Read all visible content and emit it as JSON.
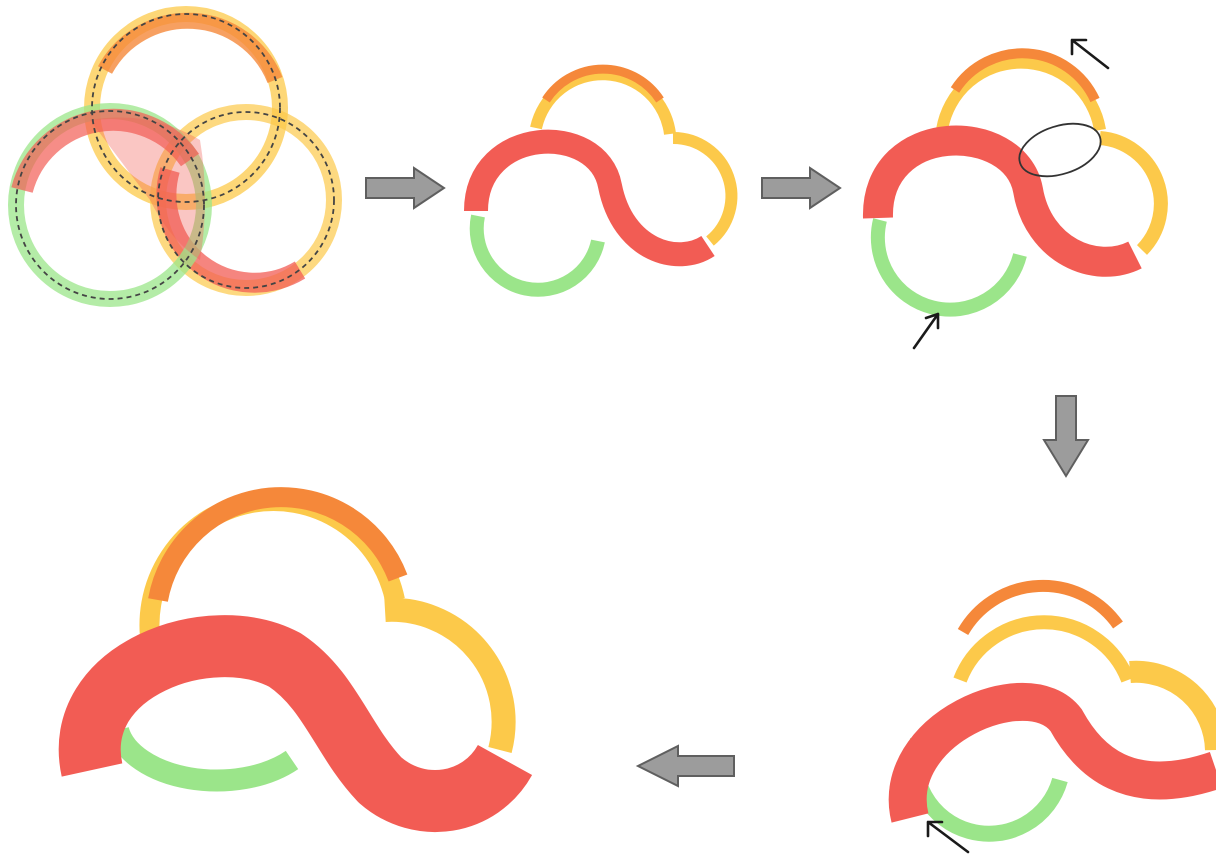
{
  "diagram": {
    "colors": {
      "red": "#f25c54",
      "orange": "#f5883a",
      "yellow": "#fcc94a",
      "green": "#9be58a",
      "arrow_fill": "#9c9c9c",
      "arrow_stroke": "#5f5f5f",
      "guide_dash": "#444444",
      "marker": "#1a1a1a"
    },
    "steps": [
      {
        "name": "step-1-overlapping-circles"
      },
      {
        "name": "step-2-traced-cloud"
      },
      {
        "name": "step-3-adjusted-cloud"
      },
      {
        "name": "step-4-thickened-cloud"
      },
      {
        "name": "step-5-final-logo"
      }
    ],
    "flow_arrows": [
      "right",
      "right",
      "down",
      "left"
    ],
    "icons": [
      "process-arrow-icon",
      "pointer-arrow-icon"
    ]
  }
}
